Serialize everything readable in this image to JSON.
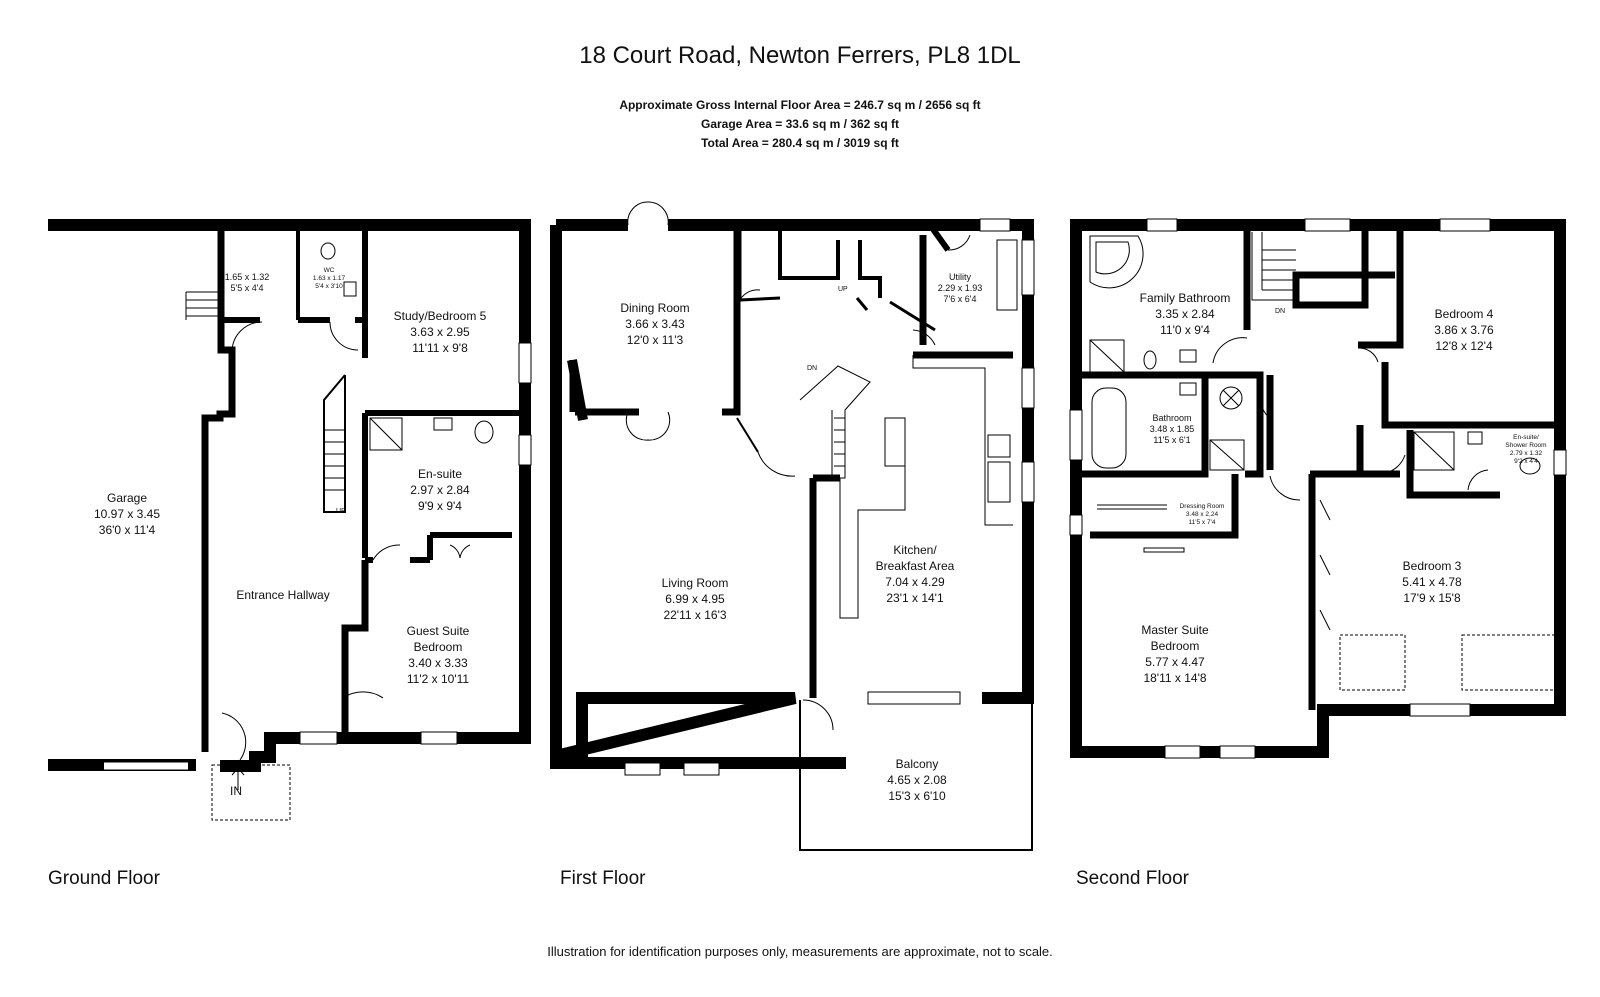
{
  "header": {
    "title": "18 Court Road, Newton Ferrers, PL8 1DL",
    "area_lines": [
      "Approximate Gross Internal Floor Area  = 246.7 sq m  / 2656 sq ft",
      "Garage Area = 33.6 sq m  / 362 sq ft",
      "Total Area = 280.4 sq m  / 3019 sq ft"
    ]
  },
  "floors": {
    "ground": {
      "label": "Ground Floor",
      "rooms": {
        "garage": {
          "name": "Garage",
          "metric": "10.97 x 3.45",
          "imperial": "36'0 x 11'4"
        },
        "store": {
          "metric": "1.65 x 1.32",
          "imperial": "5'5 x 4'4"
        },
        "wc": {
          "name": "WC",
          "metric": "1.63 x 1.17",
          "imperial": "5'4 x 3'10"
        },
        "study": {
          "name": "Study/Bedroom 5",
          "metric": "3.63 x 2.95",
          "imperial": "11'11 x 9'8"
        },
        "ensuite": {
          "name": "En-suite",
          "metric": "2.97 x 2.84",
          "imperial": "9'9 x 9'4"
        },
        "hallway": {
          "name": "Entrance Hallway"
        },
        "guest": {
          "name1": "Guest Suite",
          "name2": "Bedroom",
          "metric": "3.40 x 3.33",
          "imperial": "11'2 x 10'11"
        }
      },
      "up_label": "UP",
      "in_label": "IN"
    },
    "first": {
      "label": "First Floor",
      "rooms": {
        "dining": {
          "name": "Dining Room",
          "metric": "3.66 x 3.43",
          "imperial": "12'0 x 11'3"
        },
        "utility": {
          "name": "Utility",
          "metric": "2.29 x 1.93",
          "imperial": "7'6 x 6'4"
        },
        "living": {
          "name": "Living Room",
          "metric": "6.99 x 4.95",
          "imperial": "22'11 x 16'3"
        },
        "kitchen": {
          "name1": "Kitchen/",
          "name2": "Breakfast Area",
          "metric": "7.04 x 4.29",
          "imperial": "23'1 x 14'1"
        },
        "balcony": {
          "name": "Balcony",
          "metric": "4.65 x 2.08",
          "imperial": "15'3 x 6'10"
        }
      },
      "up_label": "UP",
      "dn_label": "DN"
    },
    "second": {
      "label": "Second Floor",
      "rooms": {
        "family_bath": {
          "name": "Family Bathroom",
          "metric": "3.35 x 2.84",
          "imperial": "11'0 x 9'4"
        },
        "bedroom4": {
          "name": "Bedroom 4",
          "metric": "3.86 x 3.76",
          "imperial": "12'8 x 12'4"
        },
        "bathroom": {
          "name": "Bathroom",
          "metric": "3.48 x 1.85",
          "imperial": "11'5 x 6'1"
        },
        "ensuite_shower": {
          "name1": "En-suite/",
          "name2": "Shower Room",
          "metric": "2.79 x 1.32",
          "imperial": "9'2 x 4'4"
        },
        "dressing": {
          "name": "Dressing Room",
          "metric": "3.48 x 2.24",
          "imperial": "11'5 x 7'4"
        },
        "bedroom3": {
          "name": "Bedroom 3",
          "metric": "5.41 x 4.78",
          "imperial": "17'9 x 15'8"
        },
        "master": {
          "name1": "Master Suite",
          "name2": "Bedroom",
          "metric": "5.77 x 4.47",
          "imperial": "18'11 x 14'8"
        }
      },
      "dn_label": "DN"
    }
  },
  "footer": {
    "disclaimer": "Illustration for identification purposes only, measurements are approximate, not to scale."
  }
}
